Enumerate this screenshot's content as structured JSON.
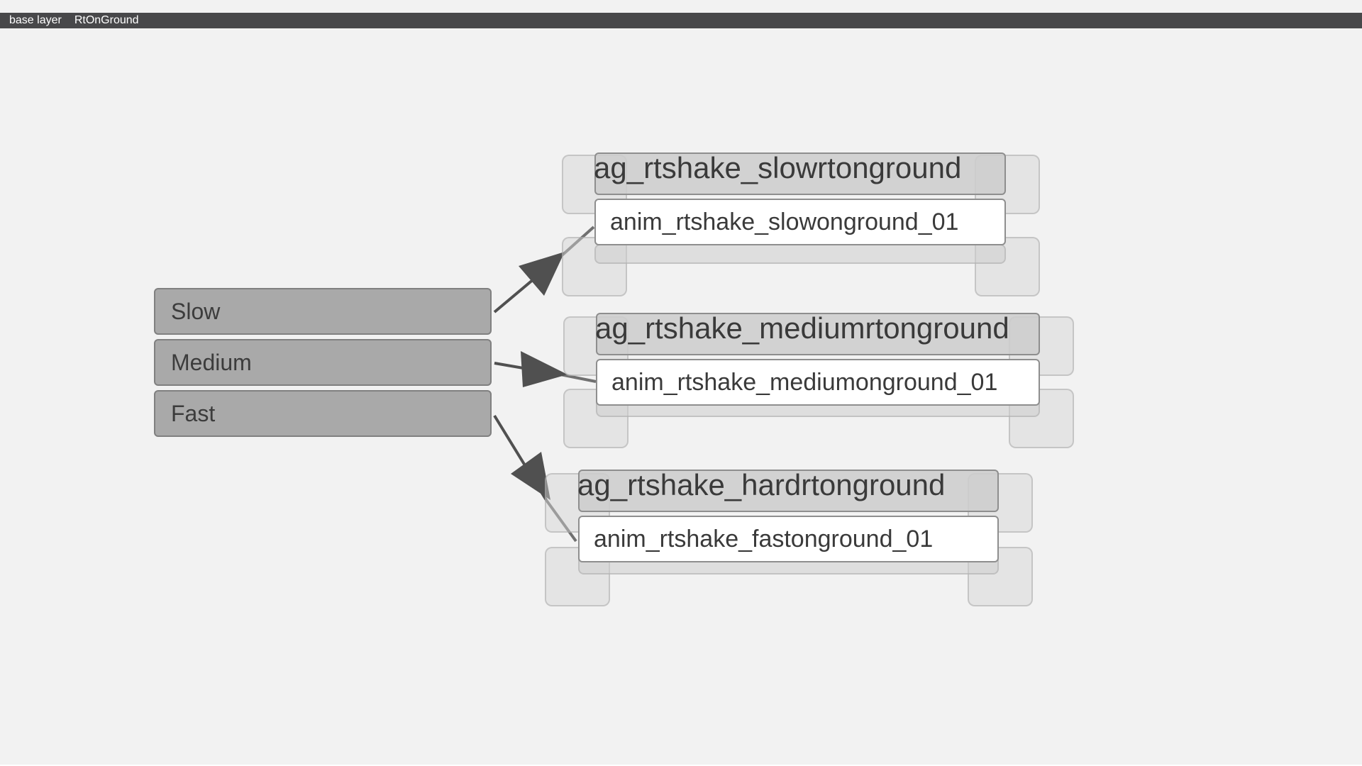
{
  "breadcrumb": {
    "items": [
      "base layer",
      "RtOnGround"
    ]
  },
  "states": {
    "items": [
      {
        "label": "Slow"
      },
      {
        "label": "Medium"
      },
      {
        "label": "Fast"
      }
    ]
  },
  "nodes": [
    {
      "group": "ag_rtshake_slowrtonground",
      "animation": "anim_rtshake_slowonground_01"
    },
    {
      "group": "ag_rtshake_mediumrtonground",
      "animation": "anim_rtshake_mediumonground_01"
    },
    {
      "group": "ag_rtshake_hardrtonground",
      "animation": "anim_rtshake_fastonground_01"
    }
  ],
  "colors": {
    "breadcrumb_bg": "#48484a",
    "canvas_bg": "#f2f2f2",
    "state_fill": "#a9a9a9",
    "wire": "#505050"
  }
}
